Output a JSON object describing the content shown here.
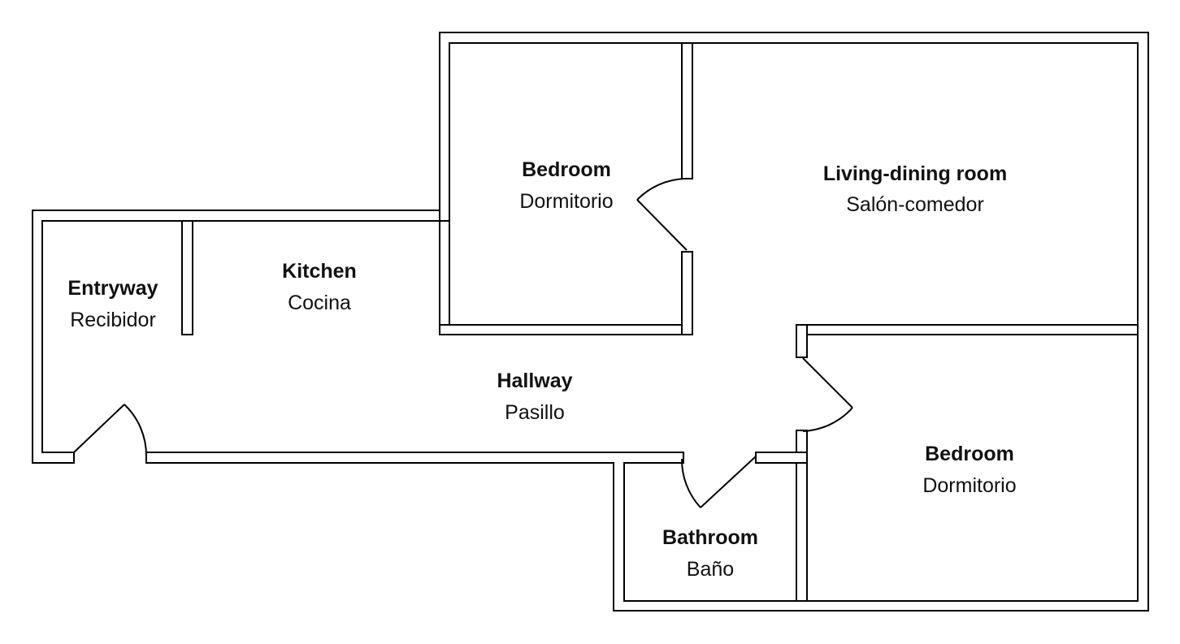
{
  "floor_plan": {
    "rooms": [
      {
        "id": "entryway",
        "name": "Entryway",
        "subtitle": "Recibidor"
      },
      {
        "id": "kitchen",
        "name": "Kitchen",
        "subtitle": "Cocina"
      },
      {
        "id": "bedroom-1",
        "name": "Bedroom",
        "subtitle": "Dormitorio"
      },
      {
        "id": "living-dining",
        "name": "Living-dining room",
        "subtitle": "Salón-comedor"
      },
      {
        "id": "hallway",
        "name": "Hallway",
        "subtitle": "Pasillo"
      },
      {
        "id": "bedroom-2",
        "name": "Bedroom",
        "subtitle": "Dormitorio"
      },
      {
        "id": "bathroom",
        "name": "Bathroom",
        "subtitle": "Baño"
      }
    ],
    "colors": {
      "wall_stroke": "#000000",
      "wall_fill": "#ffffff",
      "text": "#111111",
      "background": "#ffffff"
    }
  }
}
